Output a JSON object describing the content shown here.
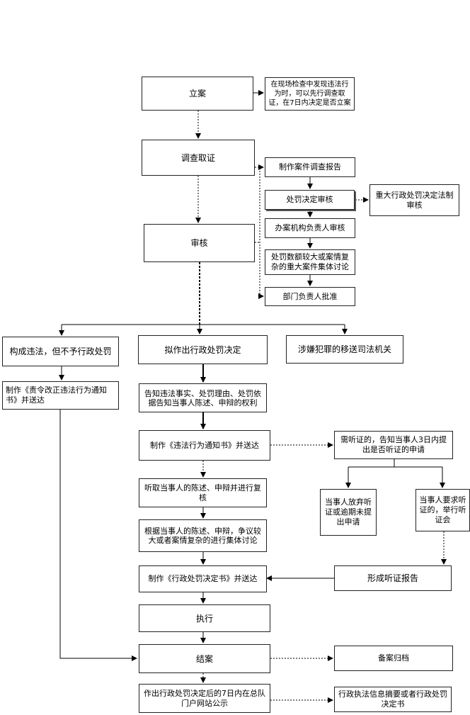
{
  "nodes": {
    "filing": "立案",
    "filing_note": "在现场检查中发现违法行为时，可以先行调查取证，在7日内决定是否立案",
    "investigate": "调查取证",
    "review": "审核",
    "case_report": "制作案件调查报告",
    "penalty_review": "处罚决定审核",
    "legal_review": "重大行政处罚决定法制审核",
    "office_head_review": "办案机构负责人审核",
    "collective_discussion": "处罚数额较大或案情复杂的重大案件集体讨论",
    "dept_head_approve": "部门负责人批准",
    "violation_no_penalty": "构成违法，但不予行政处罚",
    "correction_notice": "制作《责令改正违法行为通知书》并送达",
    "propose_penalty": "拟作出行政处罚决定",
    "transfer_judicial": "涉嫌犯罪的移送司法机关",
    "notify_rights": "告知违法事实、处罚理由、处罚依据告知当事人陈述、申辩的权利",
    "violation_notice": "制作《违法行为通知书》并送达",
    "hearing_notice": "需听证的，告知当事人3日内提出是否听证的申请",
    "waive_hearing": "当事人放弃听证或逾期未提出申请",
    "request_hearing": "当事人要求听证的，举行听证会",
    "hear_statements": "听取当事人的陈述、申辩并进行复核",
    "collective_decision": "根据当事人的陈述、申辩，争议较大或者案情复杂的进行集体讨论",
    "hearing_report": "形成听证报告",
    "penalty_decision": "制作《行政处罚决定书》并送达",
    "execute": "执行",
    "close_case": "结案",
    "archive": "备案归档",
    "publish": "作出行政处罚决定后的7日内在总队门户网站公示",
    "publish_content": "行政执法信息摘要或者行政处罚决定书"
  }
}
